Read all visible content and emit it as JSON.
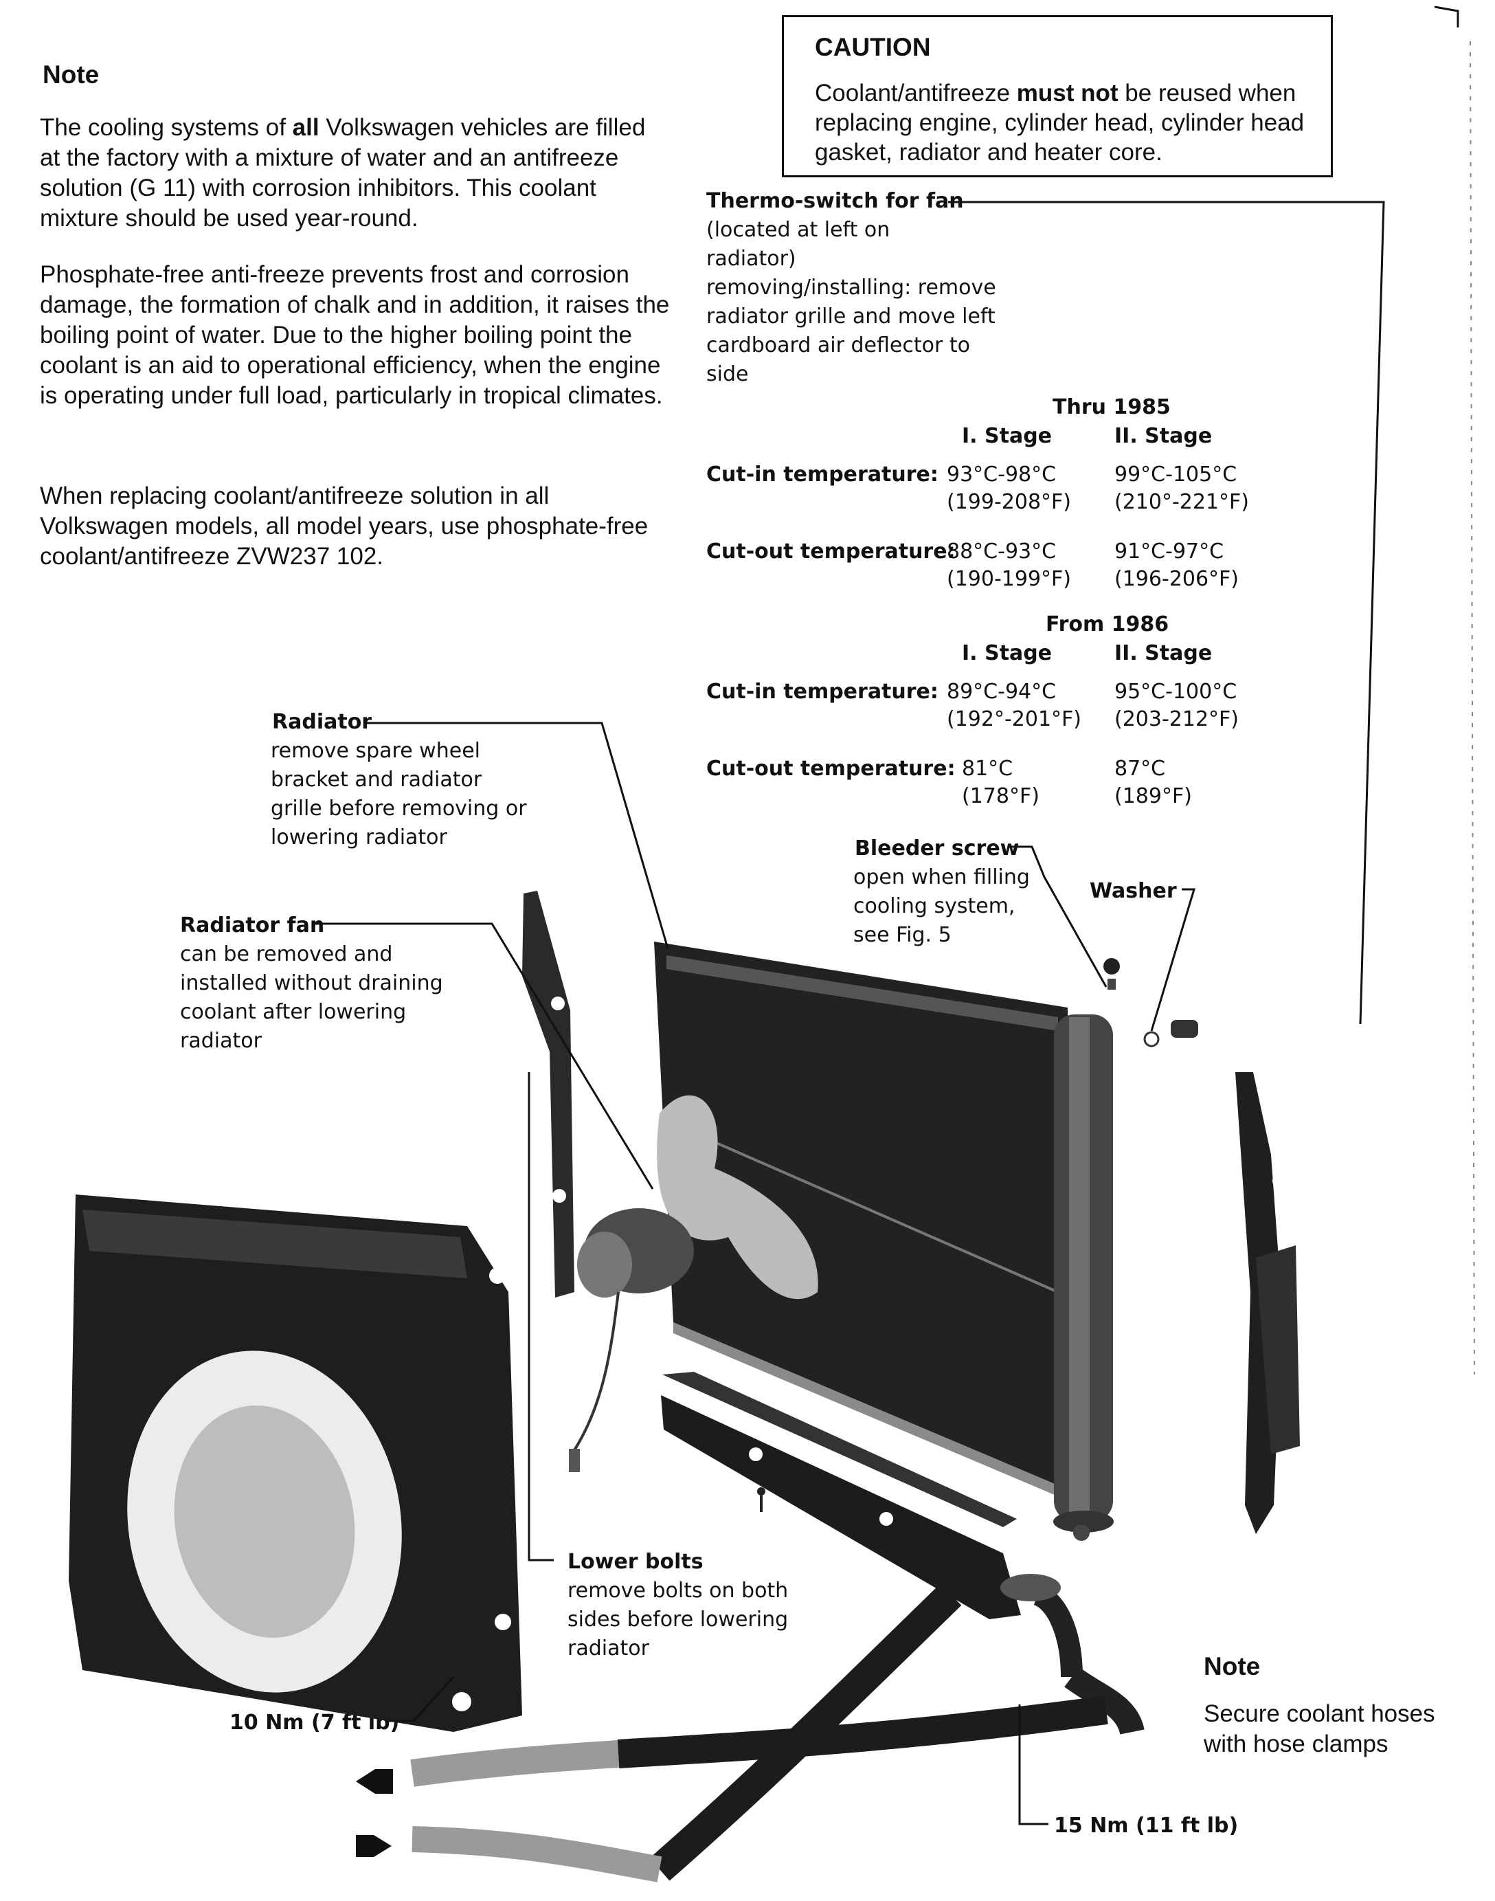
{
  "note_left": {
    "title": "Note",
    "para1_a": "The cooling systems of ",
    "para1_b": "all",
    "para1_c": " Volkswagen vehicles are filled at the factory with a mixture of water and an antifreeze solution (G 11) with corrosion inhibitors. This coolant mixture should be used year-round.",
    "para2": "Phosphate-free anti-freeze prevents frost and corrosion damage, the formation of chalk and in addition, it raises the boiling point of water. Due to the higher boiling point the coolant is an aid to operational efficiency, when the engine is operating under full load, particularly in tropical climates.",
    "para3": "When replacing coolant/antifreeze solution in all Volkswagen models, all model years, use phosphate-free coolant/antifreeze ZVW237 102."
  },
  "caution": {
    "title": "CAUTION",
    "text_a": "Coolant/antifreeze ",
    "text_b": "must not",
    "text_c": " be reused when replacing engine, cylinder head, cylinder head gasket, radiator and heater core."
  },
  "thermo_switch": {
    "title": "Thermo-switch for fan",
    "lines": [
      "(located at left on",
      "radiator)",
      "removing/installing: remove",
      "radiator grille and move left",
      "cardboard air deflector to",
      "side"
    ]
  },
  "thru_1985": {
    "heading": "Thru 1985",
    "stage1": "I. Stage",
    "stage2": "II. Stage",
    "cutin_label": "Cut-in temperature:",
    "cutin_s1": [
      "93°C-98°C",
      "(199-208°F)"
    ],
    "cutin_s2": [
      "99°C-105°C",
      "(210°-221°F)"
    ],
    "cutout_label": "Cut-out temperature:",
    "cutout_s1": [
      "88°C-93°C",
      "(190-199°F)"
    ],
    "cutout_s2": [
      "91°C-97°C",
      "(196-206°F)"
    ]
  },
  "from_1986": {
    "heading": "From 1986",
    "stage1": "I. Stage",
    "stage2": "II. Stage",
    "cutin_label": "Cut-in temperature:",
    "cutin_s1": [
      "89°C-94°C",
      "(192°-201°F)"
    ],
    "cutin_s2": [
      "95°C-100°C",
      "(203-212°F)"
    ],
    "cutout_label": "Cut-out temperature:",
    "cutout_s1": [
      "81°C",
      "(178°F)"
    ],
    "cutout_s2": [
      "87°C",
      "(189°F)"
    ]
  },
  "radiator": {
    "title": "Radiator",
    "lines": [
      "remove spare wheel",
      "bracket and radiator",
      "grille before removing or",
      "lowering radiator"
    ]
  },
  "bleeder_screw": {
    "title": "Bleeder screw",
    "lines": [
      "open when filling",
      "cooling system,",
      "see Fig. 5"
    ]
  },
  "washer": {
    "title": "Washer"
  },
  "radiator_fan": {
    "title": "Radiator fan",
    "lines": [
      "can be removed and",
      "installed without draining",
      "coolant after lowering",
      "radiator"
    ]
  },
  "lower_bolts": {
    "title": "Lower bolts",
    "lines": [
      "remove bolts on both",
      "sides before lowering",
      "radiator"
    ]
  },
  "torque_10": "10 Nm (7 ft lb)",
  "torque_15": "15 Nm (11 ft lb)",
  "note_right": {
    "title": "Note",
    "lines": [
      "Secure coolant hoses",
      "with hose clamps"
    ]
  }
}
